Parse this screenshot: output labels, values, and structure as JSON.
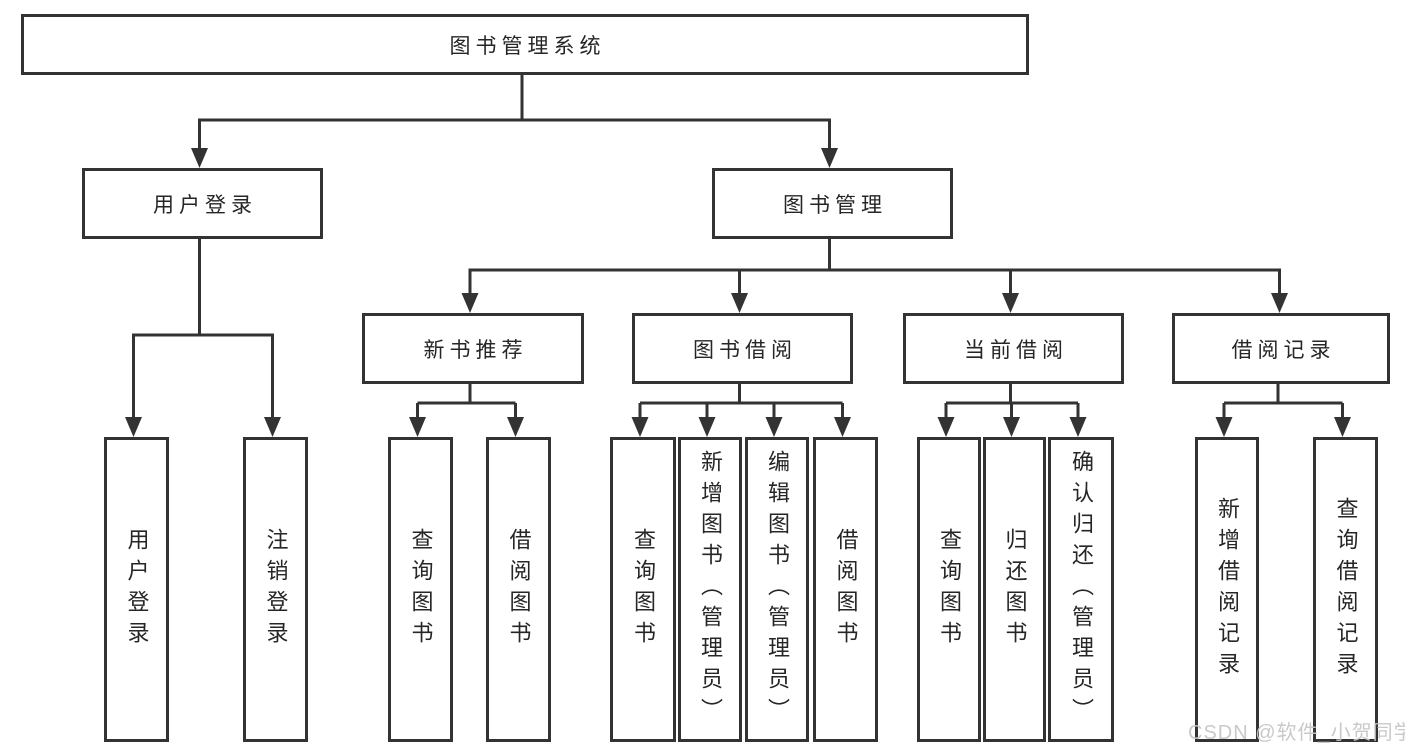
{
  "diagram": {
    "root": {
      "label": "图书管理系统",
      "children": [
        {
          "label": "用户登录",
          "children": [
            {
              "label": "用户登录"
            },
            {
              "label": "注销登录"
            }
          ]
        },
        {
          "label": "图书管理",
          "children": [
            {
              "label": "新书推荐",
              "children": [
                {
                  "label": "查询图书"
                },
                {
                  "label": "借阅图书"
                }
              ]
            },
            {
              "label": "图书借阅",
              "children": [
                {
                  "label": "查询图书"
                },
                {
                  "label": "新增图书（管理员）"
                },
                {
                  "label": "编辑图书（管理员）"
                },
                {
                  "label": "借阅图书"
                }
              ]
            },
            {
              "label": "当前借阅",
              "children": [
                {
                  "label": "查询图书"
                },
                {
                  "label": "归还图书"
                },
                {
                  "label": "确认归还（管理员）"
                }
              ]
            },
            {
              "label": "借阅记录",
              "children": [
                {
                  "label": "新增借阅记录"
                },
                {
                  "label": "查询借阅记录"
                }
              ]
            }
          ]
        }
      ]
    },
    "watermark": "CSDN @软件_小贺同学",
    "colors": {
      "line": "#333333",
      "box_border": "#333333",
      "text": "#262626",
      "watermark": "#c6c6c6",
      "background": "#ffffff"
    }
  }
}
